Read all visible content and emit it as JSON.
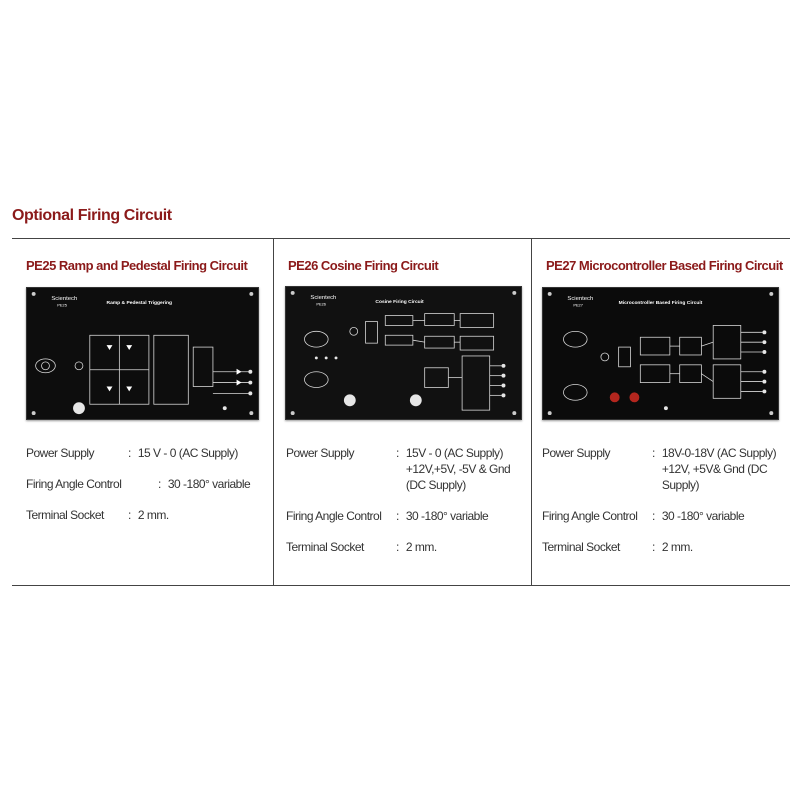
{
  "section_title": "Optional Firing Circuit",
  "cards": [
    {
      "title": "PE25 Ramp and Pedestal Firing Circuit",
      "panel": {
        "brand": "Scientech",
        "model": "PE25",
        "heading": "Ramp & Pedestal Triggering"
      },
      "specs": [
        {
          "label": "Power Supply",
          "value": "15 V - 0 (AC Supply)"
        },
        {
          "label": "Firing Angle Control",
          "value": "30 -180° variable"
        },
        {
          "label": "Terminal Socket",
          "value": "2 mm."
        }
      ]
    },
    {
      "title": "PE26 Cosine Firing Circuit",
      "panel": {
        "brand": "Scientech",
        "model": "PE26",
        "heading": "Cosine Firing Circuit"
      },
      "specs": [
        {
          "label": "Power Supply",
          "value": "15V - 0 (AC Supply) +12V,+5V, -5V & Gnd (DC Supply)"
        },
        {
          "label": "Firing Angle Control",
          "value": "30 -180° variable"
        },
        {
          "label": "Terminal Socket",
          "value": "2 mm."
        }
      ]
    },
    {
      "title": "PE27 Microcontroller Based Firing Circuit",
      "panel": {
        "brand": "Scientech",
        "model": "PE27",
        "heading": "Microcontroller Based Firing Circuit"
      },
      "specs": [
        {
          "label": "Power Supply",
          "value": "18V-0-18V (AC Supply) +12V, +5V& Gnd (DC Supply)"
        },
        {
          "label": "Firing Angle Control",
          "value": "30 -180° variable"
        },
        {
          "label": "Terminal Socket",
          "value": "2 mm."
        }
      ]
    }
  ],
  "colors": {
    "accent": "#8b1a1a",
    "panel": "#0d0d0d",
    "trace": "#d8d8d8"
  }
}
